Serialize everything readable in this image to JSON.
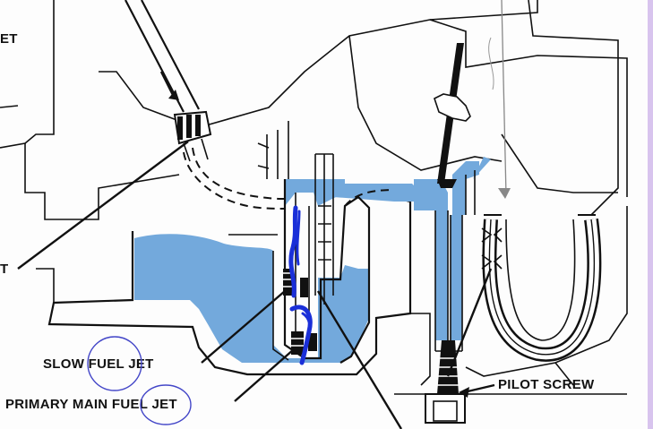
{
  "labels": {
    "top_left_fragment": "ET",
    "left_fragment": "T",
    "slow_fuel_jet": "SLOW FUEL JET",
    "primary_main_fuel_jet": "PRIMARY MAIN FUEL JET",
    "pilot_screw": "PILOT SCREW"
  },
  "colors": {
    "fuel_blue": "#73a9dc",
    "marker_blue": "#1a2fd8",
    "circle_highlight": "#4447c8",
    "line": "#111111"
  }
}
